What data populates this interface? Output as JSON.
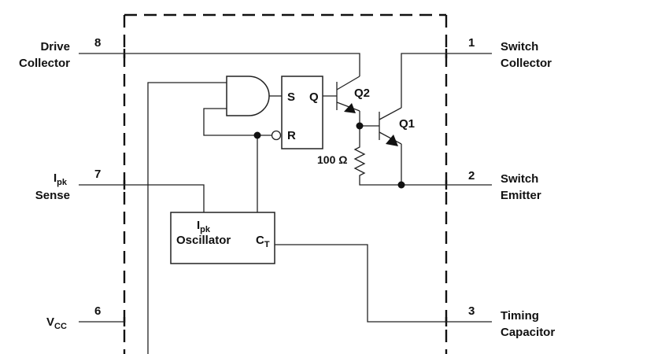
{
  "pins": {
    "p8": {
      "number": "8",
      "line1": "Drive",
      "line2": "Collector"
    },
    "p7": {
      "number": "7",
      "line1_main": "I",
      "line1_sub": "pk",
      "line2": "Sense"
    },
    "p6": {
      "number": "6",
      "main": "V",
      "sub": "CC"
    },
    "p1": {
      "number": "1",
      "line1": "Switch",
      "line2": "Collector"
    },
    "p2": {
      "number": "2",
      "line1": "Switch",
      "line2": "Emitter"
    },
    "p3": {
      "number": "3",
      "line1": "Timing",
      "line2": "Capacitor"
    }
  },
  "flipflop": {
    "s": "S",
    "q": "Q",
    "r": "R"
  },
  "oscillator": {
    "title_main": "I",
    "title_sub": "pk",
    "name": "Oscillator",
    "ct_main": "C",
    "ct_sub": "T"
  },
  "transistors": {
    "q1": "Q1",
    "q2": "Q2"
  },
  "resistor": {
    "value": "100 Ω"
  }
}
